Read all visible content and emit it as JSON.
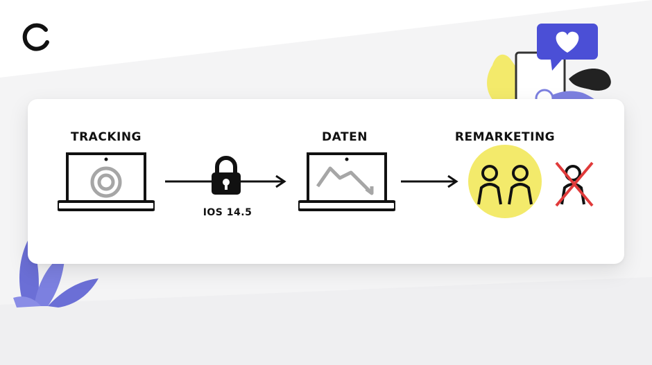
{
  "diagram": {
    "steps": {
      "tracking": {
        "label": "TRACKING",
        "icon": "laptop-tracking-target-icon"
      },
      "ios": {
        "label": "IOS 14.5",
        "icon": "padlock-icon"
      },
      "daten": {
        "label": "DATEN",
        "icon": "laptop-declining-chart-icon"
      },
      "remarketing": {
        "label": "REMARKETING",
        "icon": "audience-people-icon"
      }
    }
  },
  "colors": {
    "accent_yellow": "#f3ea6b",
    "accent_purple": "#6b6fd6",
    "cross_red": "#e03a3a",
    "icon_grey": "#a6a6a6",
    "ink": "#111111"
  }
}
